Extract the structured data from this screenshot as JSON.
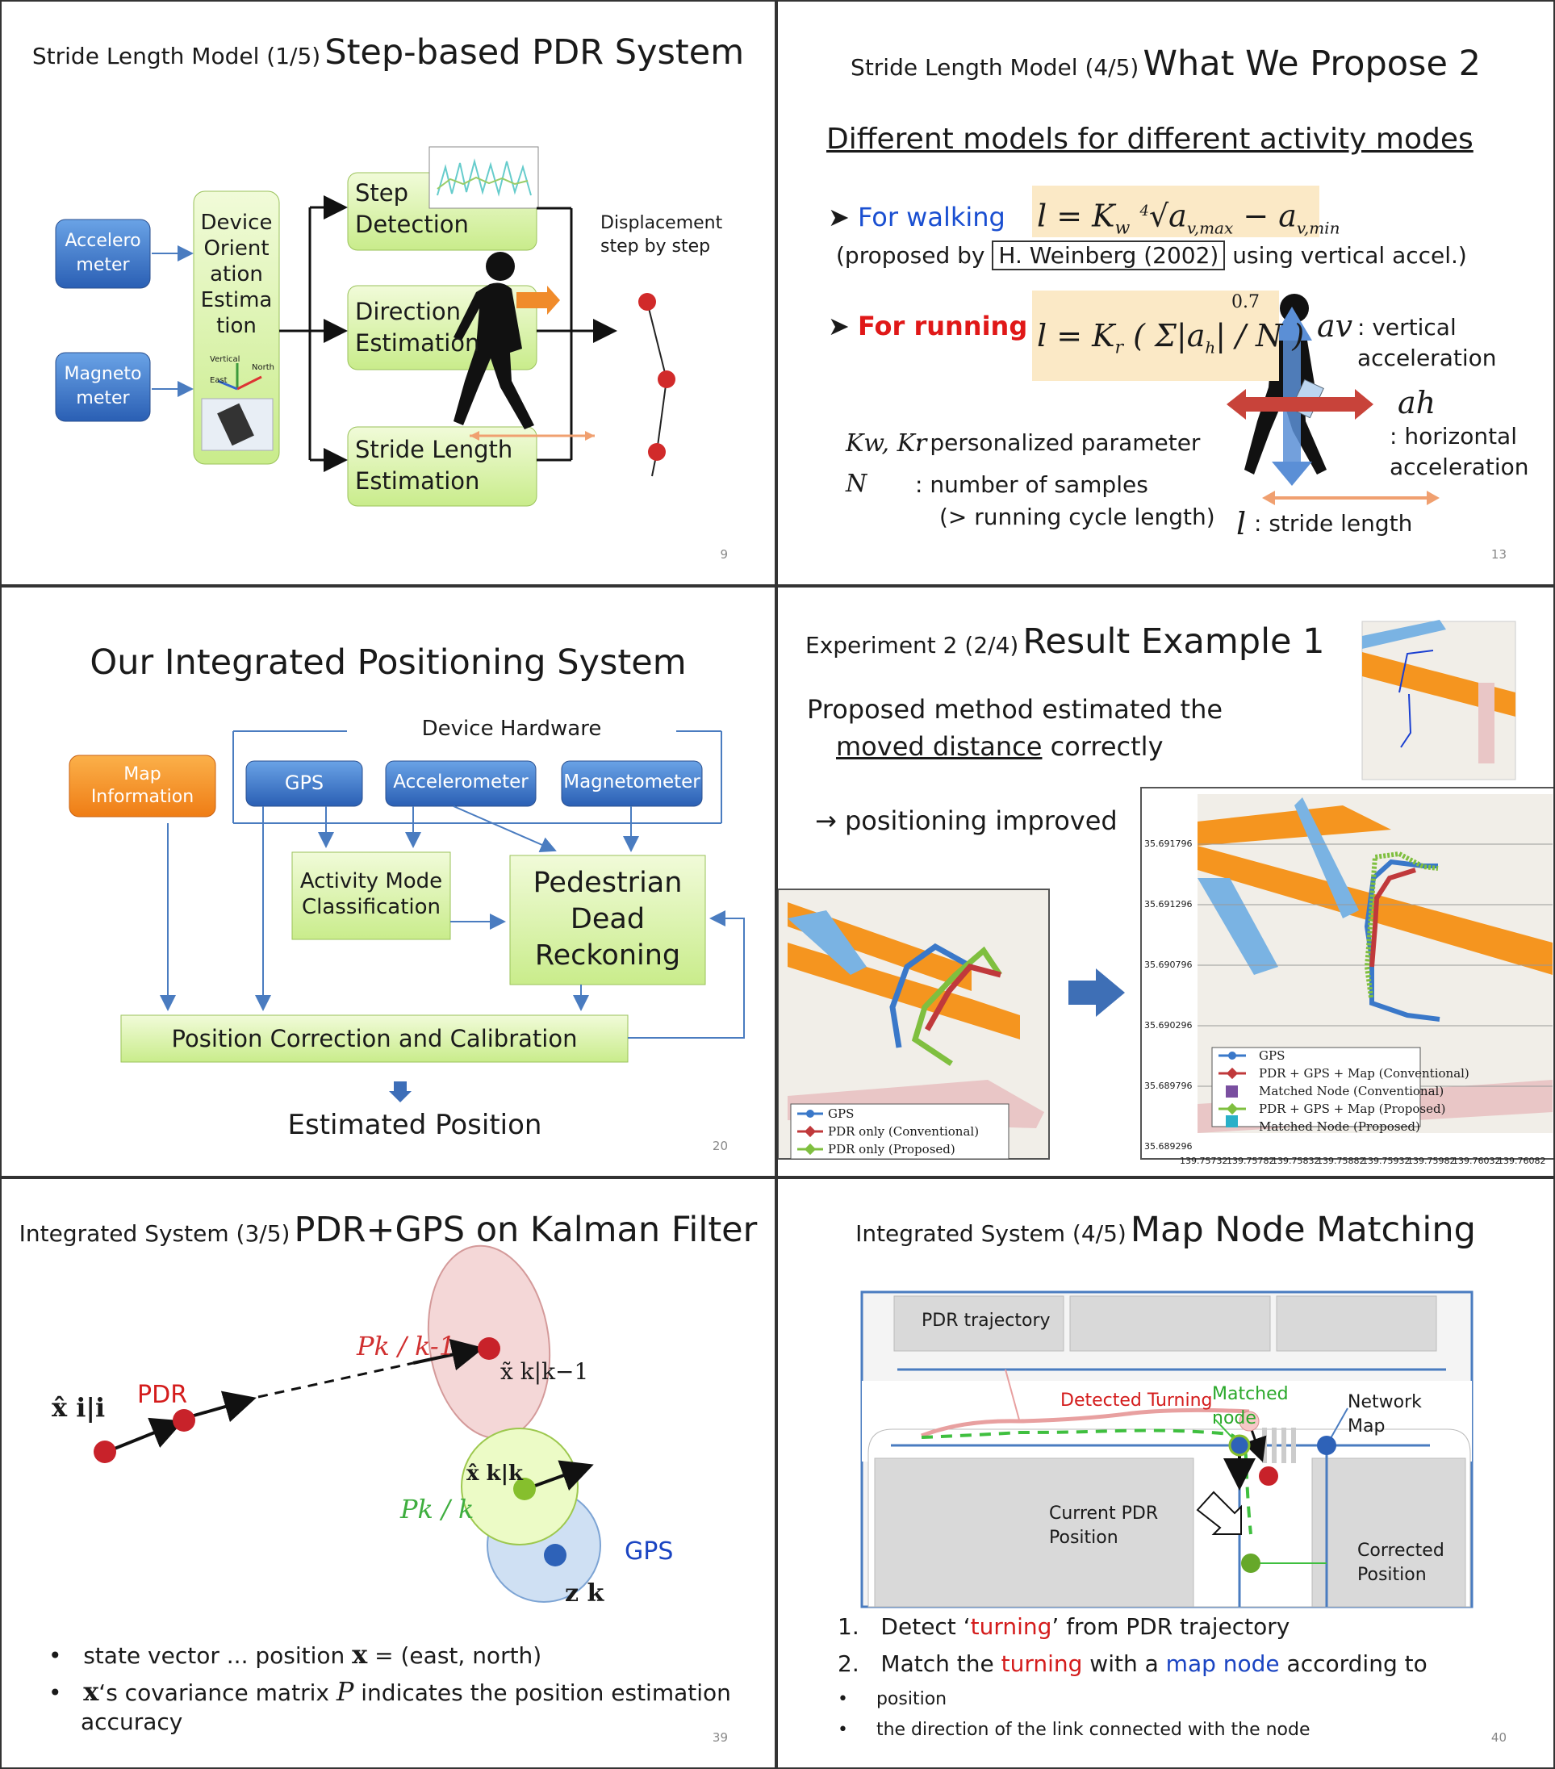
{
  "slide9": {
    "title_small": "Stride Length Model (1/5)",
    "title_large": "Step-based PDR System",
    "sensor_1": "Accelero\nmeter",
    "sensor_2": "Magneto\nmeter",
    "orient_box": "Device\nOrient\nation\nEstima\ntion",
    "axis_vertical": "Vertical",
    "axis_north": "North",
    "axis_east": "East",
    "step_box": "Step\nDetection",
    "direction_box": "Direction\nEstimation",
    "stride_box": "Stride Length\nEstimation",
    "displacement": "Displacement\nstep by step",
    "page": "9"
  },
  "slide13": {
    "title_small": "Stride Length Model (4/5)",
    "title_large": "What We Propose 2",
    "subtitle": "Different models for different activity modes",
    "walking": "For walking",
    "proposed_prefix": "(proposed by",
    "citation": "H. Weinberg (2002)",
    "proposed_suffix": "using vertical accel.)",
    "running": "For running",
    "exponent": "0.7",
    "kw_kr": "Kw, Kr",
    "kw_kr_desc": ": personalized parameter",
    "n_symbol": "N",
    "n_desc": ": number of samples",
    "n_desc2": "(> running cycle length)",
    "av_symbol": "av",
    "av_desc": ": vertical\n  acceleration",
    "ah_symbol": "ah",
    "ah_desc": ": horizontal\n  acceleration",
    "l_symbol": "l",
    "l_desc": ": stride length",
    "page": "13"
  },
  "slide20": {
    "title": "Our Integrated Positioning System",
    "device_hardware": "Device Hardware",
    "map_info": "Map\nInformation",
    "gps": "GPS",
    "accelerometer": "Accelerometer",
    "magnetometer": "Magnetometer",
    "activity": "Activity Mode\nClassification",
    "pdr": "Pedestrian\nDead\nReckoning",
    "correction": "Position Correction and Calibration",
    "estimated": "Estimated Position",
    "page": "20"
  },
  "slide_exp": {
    "title_small": "Experiment 2 (2/4)",
    "title_large": "Result Example 1",
    "line1": "Proposed method estimated the",
    "line2_u": "moved distance",
    "line2_rest": " correctly",
    "line3": "→ positioning improved",
    "legend_small": [
      "GPS",
      "PDR only (Conventional)",
      "PDR only (Proposed)"
    ],
    "legend_big": [
      "GPS",
      "PDR + GPS + Map (Conventional)",
      "Matched Node (Conventional)",
      "PDR + GPS + Map (Proposed)",
      "Matched Node (Proposed)"
    ],
    "y_ticks": [
      "35.691796",
      "35.691296",
      "35.690796",
      "35.690296",
      "35.689796",
      "35.689296"
    ],
    "x_ticks": [
      "139.75732",
      "139.75782",
      "139.75832",
      "139.75882",
      "139.75932",
      "139.75982",
      "139.76032",
      "139.76082"
    ],
    "colors": {
      "gps": "#3a78c9",
      "conventional": "#c0393b",
      "proposed": "#7fbf3f",
      "node_conv": "#7a4fa0",
      "node_prop": "#2ab0c8",
      "road": "#f5951f"
    }
  },
  "slide39": {
    "title_small": "Integrated System (3/5)",
    "title_large": "PDR+GPS on Kalman Filter",
    "pdr_label": "PDR",
    "x_ii": "x̂ i|i",
    "p_kk1": "Pk / k-1",
    "x_tilde": "x̃ k|k−1",
    "x_kk": "x̂ k|k",
    "p_kk": "Pk / k",
    "gps_label": "GPS",
    "z_k": "z k",
    "b1_pre": "state vector ... position ",
    "b1_x": "x",
    "b1_post": " = (east, north)",
    "b2_x": "x",
    "b2_mid": "‘s covariance matrix ",
    "b2_p": "P",
    "b2_post": " indicates the position estimation",
    "b2_line2": "accuracy",
    "page": "39"
  },
  "slide40": {
    "title_small": "Integrated System (4/5)",
    "title_large": "Map Node Matching",
    "pdr_traj": "PDR trajectory",
    "detected_turning": "Detected Turning",
    "matched_node": "Matched\nnode",
    "network_map": "Network\nMap",
    "current_pdr": "Current PDR\nPosition",
    "corrected": "Corrected\nPosition",
    "l1_num": "1.",
    "l1_pre": "Detect ‘",
    "l1_red": "turning",
    "l1_post": "’ from PDR trajectory",
    "l2_num": "2.",
    "l2_pre": "Match the ",
    "l2_red": "turning",
    "l2_mid": " with a ",
    "l2_blue": "map node",
    "l2_post": " according to",
    "s1": "position",
    "s2": "the direction of the link connected with the node",
    "page": "40"
  }
}
